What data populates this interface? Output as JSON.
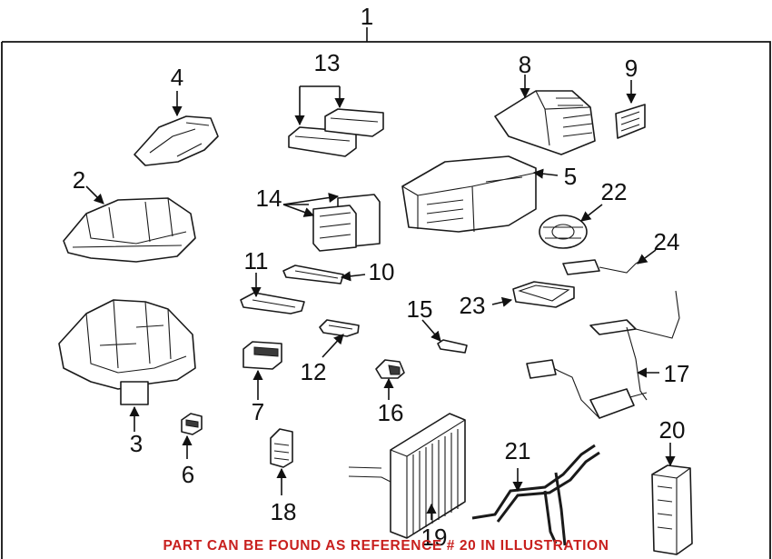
{
  "diagram": {
    "callouts": [
      "1",
      "2",
      "3",
      "4",
      "5",
      "6",
      "7",
      "8",
      "9",
      "10",
      "11",
      "12",
      "13",
      "14",
      "15",
      "16",
      "17",
      "18",
      "19",
      "20",
      "21",
      "22",
      "23",
      "24"
    ],
    "footnote": "PART CAN BE FOUND AS REFERENCE # 20 IN ILLUSTRATION",
    "colors": {
      "footnote": "#c8201e",
      "line": "#1a1a1a",
      "background": "#ffffff"
    }
  }
}
